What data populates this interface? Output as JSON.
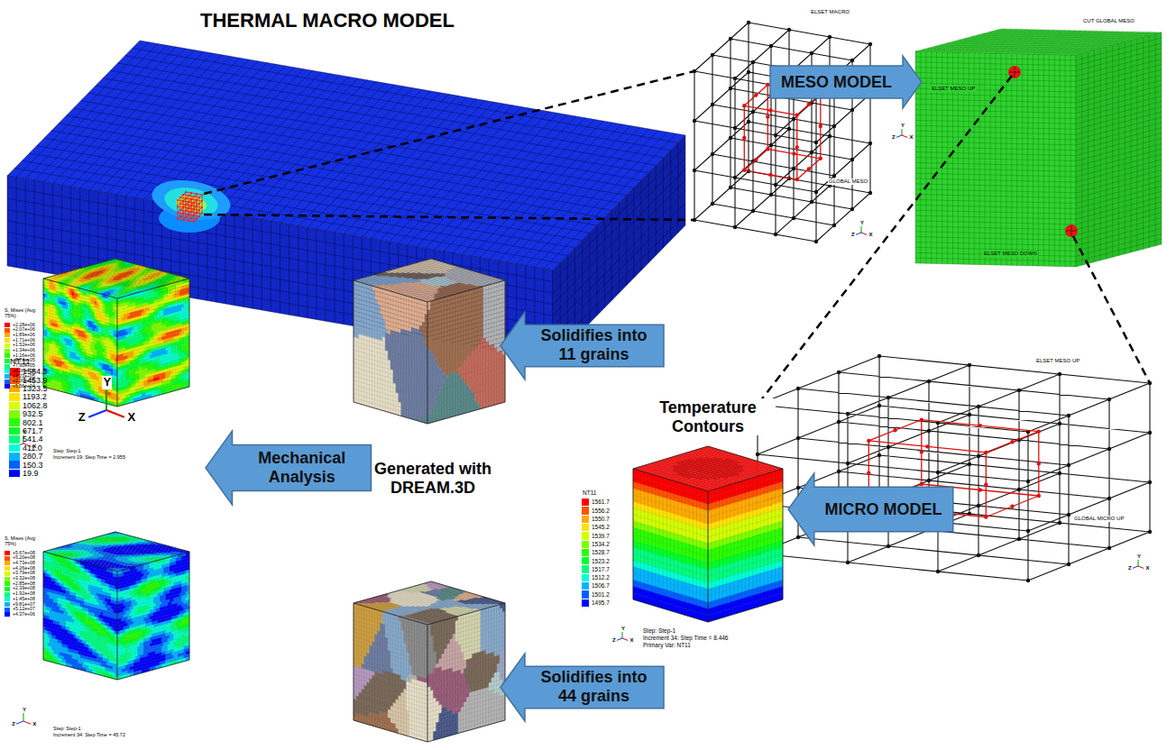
{
  "diagram": {
    "title": "THERMAL MACRO MODEL",
    "nodes": [
      {
        "text": [
          "MESO MODEL"
        ]
      },
      {
        "text": [
          "MICRO MODEL"
        ]
      },
      {
        "text": [
          "Solidifies into 11 grains"
        ]
      },
      {
        "text": [
          "Solidifies into 44 grains"
        ]
      },
      {
        "text": [
          "Mechanical Analysis"
        ]
      }
    ],
    "labels": [
      "NT11",
      "ELSET MACRO",
      "GLOBAL MESO",
      "CUT GLOBAL MESO",
      "ELSET MESO UP",
      "ELSET MESO DOWN",
      "ELSET MESO UP",
      "GLOBAL MICRO UP",
      "Temperature Contours",
      "NT11",
      "Step: Step-1",
      "Increment 34: Step Time = 8.446",
      "Primary Var: NT11",
      "Generated with DREAM.3D",
      "S, Mises (Avg: 75%)",
      "Step: Step-1",
      "Increment 19: Step Time = 2.955",
      "S, Mises (Avg: 75%)",
      "Step: Step-1",
      "Increment 34: Step Time = 45.72",
      "Y",
      "Z",
      "X",
      "Y",
      "Z",
      "X",
      "Y",
      "Z",
      "X",
      "Y",
      "Z",
      "X",
      "Y",
      "Z",
      "X",
      "Y",
      "Z",
      "X",
      "Y",
      "Z",
      "X"
    ],
    "legend": [
      {
        "text": "1584.3",
        "color": "#ff0000"
      },
      {
        "text": "1453.9",
        "color": "#ff5400"
      },
      {
        "text": "1323.5",
        "color": "#ffaa00"
      },
      {
        "text": "1193.2",
        "color": "#ffe100"
      },
      {
        "text": "1062.8",
        "color": "#d4ff00"
      },
      {
        "text": "932.5",
        "color": "#7fff00"
      },
      {
        "text": "802.1",
        "color": "#2aff00"
      },
      {
        "text": "671.7",
        "color": "#00ff2a"
      },
      {
        "text": "541.4",
        "color": "#00ff7f"
      },
      {
        "text": "411.0",
        "color": "#00ffd4"
      },
      {
        "text": "280.7",
        "color": "#00b4ff"
      },
      {
        "text": "150.3",
        "color": "#0060ff"
      },
      {
        "text": "19.9",
        "color": "#0000ff"
      },
      {
        "text": "1561.7",
        "color": "#ff0000"
      },
      {
        "text": "1556.2",
        "color": "#ff5400"
      },
      {
        "text": "1550.7",
        "color": "#ffaa00"
      },
      {
        "text": "1545.2",
        "color": "#ffe100"
      },
      {
        "text": "1539.7",
        "color": "#d4ff00"
      },
      {
        "text": "1534.2",
        "color": "#7fff00"
      },
      {
        "text": "1528.7",
        "color": "#2aff00"
      },
      {
        "text": "1523.2",
        "color": "#00ff2a"
      },
      {
        "text": "1517.7",
        "color": "#00ff7f"
      },
      {
        "text": "1512.2",
        "color": "#00ffd4"
      },
      {
        "text": "1506.7",
        "color": "#00b4ff"
      },
      {
        "text": "1501.2",
        "color": "#0060ff"
      },
      {
        "text": "1495.7",
        "color": "#0000ff"
      },
      {
        "text": "+2.28e+06",
        "color": "#ff0000"
      },
      {
        "text": "+2.07e+06",
        "color": "#ff5400"
      },
      {
        "text": "+1.89e+06",
        "color": "#ffaa00"
      },
      {
        "text": "+1.71e+06",
        "color": "#ffe100"
      },
      {
        "text": "+1.52e+06",
        "color": "#d4ff00"
      },
      {
        "text": "+1.34e+06",
        "color": "#7fff00"
      },
      {
        "text": "+1.16e+06",
        "color": "#2aff00"
      },
      {
        "text": "+9.74e+05",
        "color": "#00ff2a"
      },
      {
        "text": "+7.90e+05",
        "color": "#00ff7f"
      },
      {
        "text": "+6.06e+05",
        "color": "#00ffd4"
      },
      {
        "text": "+4.23e+05",
        "color": "#00b4ff"
      },
      {
        "text": "+2.39e+05",
        "color": "#0060ff"
      },
      {
        "text": "+5.56e+04",
        "color": "#0000ff"
      },
      {
        "text": "+5.67e+08",
        "color": "#ff0000"
      },
      {
        "text": "+5.20e+08",
        "color": "#ff5400"
      },
      {
        "text": "+4.73e+08",
        "color": "#ffaa00"
      },
      {
        "text": "+4.26e+08",
        "color": "#ffe100"
      },
      {
        "text": "+3.79e+08",
        "color": "#d4ff00"
      },
      {
        "text": "+3.32e+08",
        "color": "#7fff00"
      },
      {
        "text": "+2.85e+08",
        "color": "#2aff00"
      },
      {
        "text": "+2.39e+08",
        "color": "#00ff2a"
      },
      {
        "text": "+1.92e+08",
        "color": "#00ff7f"
      },
      {
        "text": "+1.45e+08",
        "color": "#00ffd4"
      },
      {
        "text": "+9.81e+07",
        "color": "#00b4ff"
      },
      {
        "text": "+5.12e+07",
        "color": "#0060ff"
      },
      {
        "text": "+4.37e+06",
        "color": "#0000ff"
      }
    ]
  }
}
